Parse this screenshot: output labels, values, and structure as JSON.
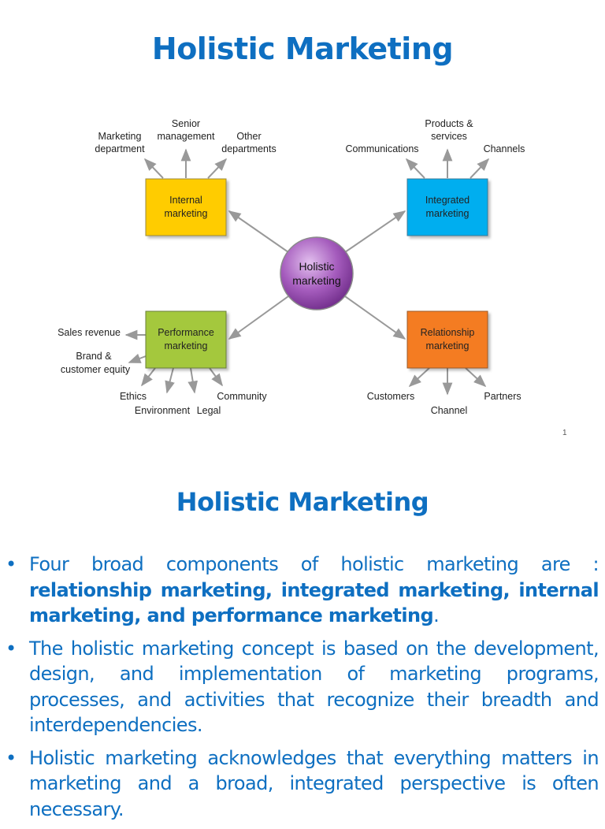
{
  "slide1": {
    "title": "Holistic Marketing",
    "page_number": "1",
    "center": {
      "line1": "Holistic",
      "line2": "marketing"
    },
    "boxes": {
      "internal": {
        "line1": "Internal",
        "line2": "marketing",
        "color": "#ffcc00"
      },
      "integrated": {
        "line1": "Integrated",
        "line2": "marketing",
        "color": "#00aeef"
      },
      "performance": {
        "line1": "Performance",
        "line2": "marketing",
        "color": "#a4c83c"
      },
      "relationship": {
        "line1": "Relationship",
        "line2": "marketing",
        "color": "#f47b20"
      }
    },
    "labels": {
      "marketing_department": [
        "Marketing",
        "department"
      ],
      "senior_management": [
        "Senior",
        "management"
      ],
      "other_departments": [
        "Other",
        "departments"
      ],
      "communications": "Communications",
      "products_services": [
        "Products &",
        "services"
      ],
      "channels": "Channels",
      "sales_revenue": "Sales revenue",
      "brand_equity": [
        "Brand &",
        "customer equity"
      ],
      "ethics": "Ethics",
      "environment": "Environment",
      "legal": "Legal",
      "community": "Community",
      "customers": "Customers",
      "channel": "Channel",
      "partners": "Partners"
    }
  },
  "slide2": {
    "title": "Holistic Marketing",
    "bullets": [
      {
        "intro": "Four broad components of holistic marketing are : ",
        "bold": "relationship marketing, integrated marketing, internal marketing, and performance marketing",
        "end": "."
      },
      {
        "text": "The holistic marketing concept is based on the development, design, and implementation of marketing programs, processes, and activities that recognize their breadth and interdependencies."
      },
      {
        "text": "Holistic marketing acknowledges that everything matters in marketing and a broad, integrated perspective is often necessary."
      }
    ]
  },
  "colors": {
    "title": "#0e6fc1",
    "arrow": "#999999",
    "sphere": "#9b4fb0"
  }
}
